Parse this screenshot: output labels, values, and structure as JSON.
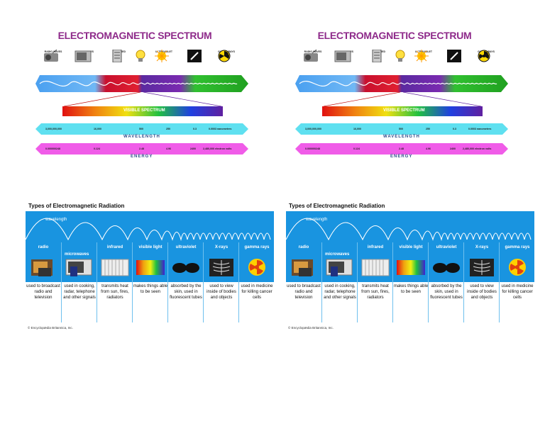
{
  "spectrum": {
    "title": "ELECTROMAGNETIC SPECTRUM",
    "icons": [
      {
        "label": "RADIO WAVES",
        "icon": "radio-icon"
      },
      {
        "label": "MICROWAVES",
        "icon": "microwave-icon"
      },
      {
        "label": "INFRARED",
        "icon": "heater-icon"
      },
      {
        "label": "",
        "icon": "lightbulb-icon"
      },
      {
        "label": "ULTRAVIOLET",
        "icon": "sun-icon"
      },
      {
        "label": "X-RAYS",
        "icon": "bone-icon"
      },
      {
        "label": "GAMMA RAYS",
        "icon": "radiation-icon"
      }
    ],
    "visible_label": "VISIBLE SPECTRUM",
    "wavelength_values": [
      "3,000,000,000",
      "16,000",
      "500",
      "250",
      "0.3",
      "0.0003 nanometres"
    ],
    "wavelength_caption": "WAVELENGTH",
    "energy_values": [
      "0.000000248",
      "0.124",
      "2.48",
      "4.96",
      "2400",
      "2,480,000 electron volts"
    ],
    "energy_caption": "ENERGY",
    "colors": {
      "title": "#8e2a8a",
      "wave": "#1e6fd0",
      "wavelength_arrow": "#5fe0f0",
      "energy_arrow": "#f05ce8"
    }
  },
  "types": {
    "title": "Types of Electromagnetic Radiation",
    "wavelength_label": "wavelength",
    "microwaves_label": "microwaves",
    "columns": [
      {
        "label": "radio",
        "desc": "used to broadcast radio and television",
        "icon": "tv-icon"
      },
      {
        "label": "",
        "desc": "used in cooking, radar, telephone and other signals",
        "icon": "microwave-oven-icon"
      },
      {
        "label": "infrared",
        "desc": "transmits heat from sun, fires, radiators",
        "icon": "radiator-icon"
      },
      {
        "label": "visible light",
        "desc": "makes things able to be seen",
        "icon": "rainbow-icon"
      },
      {
        "label": "ultraviolet",
        "desc": "absorbed by the skin, used in fluorescent tubes",
        "icon": "sunglasses-icon"
      },
      {
        "label": "X-rays",
        "desc": "used to view inside of bodies and objects",
        "icon": "xray-icon"
      },
      {
        "label": "gamma rays",
        "desc": "used in medicine for killing cancer cells",
        "icon": "radiation-icon"
      }
    ],
    "credit": "© Encyclopædia Britannica, Inc."
  }
}
